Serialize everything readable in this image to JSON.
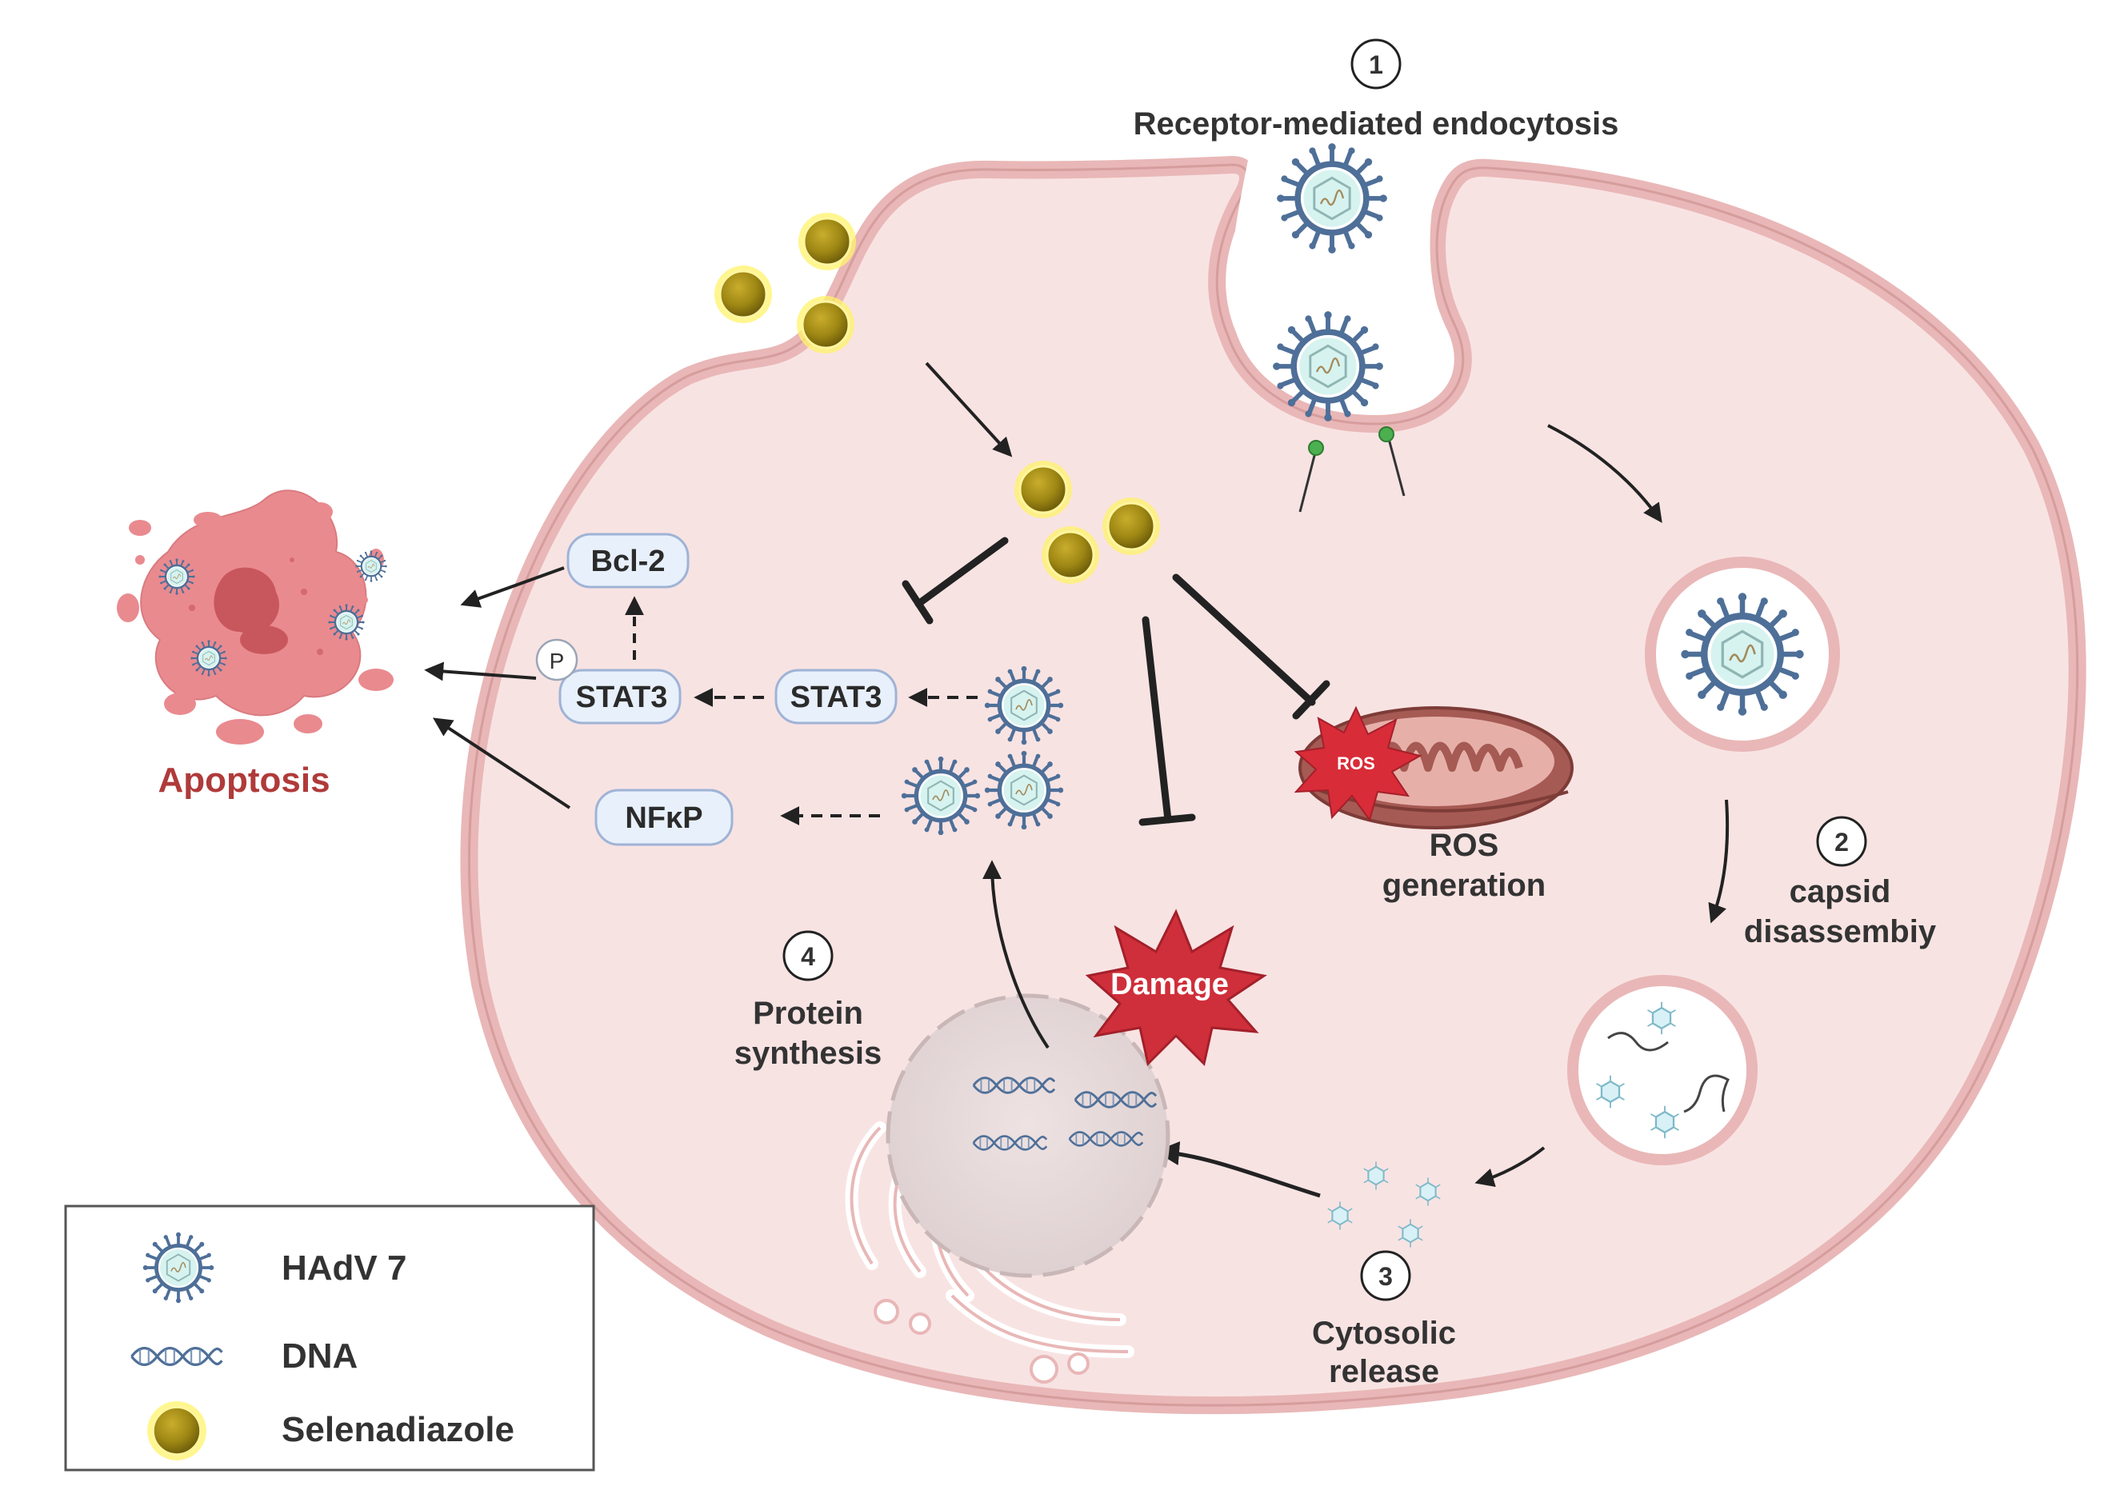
{
  "steps": {
    "step1": {
      "number": "1",
      "label": "Receptor-mediated endocytosis"
    },
    "step2": {
      "number": "2",
      "label_line1": "capsid",
      "label_line2": "disassembiy"
    },
    "step3": {
      "number": "3",
      "label_line1": "Cytosolic",
      "label_line2": "release"
    },
    "step4": {
      "number": "4",
      "label_line1": "Protein",
      "label_line2": "synthesis"
    }
  },
  "nodes": {
    "bcl2": "Bcl-2",
    "stat3_phos": "STAT3",
    "phospho_badge": "P",
    "stat3": "STAT3",
    "nfkp": "NFκP"
  },
  "labels": {
    "apoptosis": "Apoptosis",
    "ros_generation_line1": "ROS",
    "ros_generation_line2": "generation",
    "ros_burst": "ROS",
    "damage": "Damage"
  },
  "legend": {
    "items": [
      {
        "icon": "hadv7-virus-icon",
        "label": "HAdV 7"
      },
      {
        "icon": "dna-icon",
        "label": "DNA"
      },
      {
        "icon": "selenadiazole-icon",
        "label": "Selenadiazole"
      }
    ]
  },
  "colors": {
    "cell_fill": "#f8e3e3",
    "membrane": "#e9b7b7",
    "selenadiazole": "#9e8714",
    "selenadiazole_glow": "#fff36a",
    "virus_spike": "#4e6f98",
    "virus_core": "#d6f3f0",
    "apoptosis_text": "#b03a3a",
    "box_fill": "#e8f0fb",
    "box_stroke": "#9fb3d6",
    "damage": "#cf2f3a"
  }
}
